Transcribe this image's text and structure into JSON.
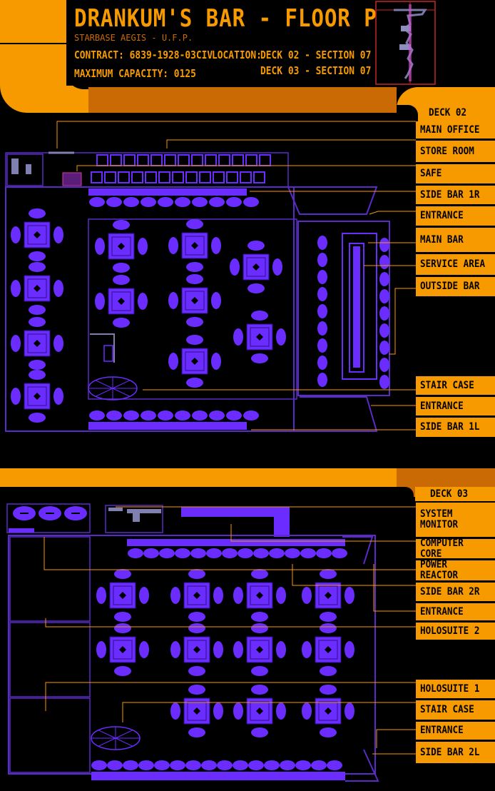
{
  "header": {
    "title": "DRANKUM'S BAR - FLOOR PLAN",
    "subtitle": "STARBASE AEGIS - U.F.P.",
    "contract": "CONTRACT: 6839-1928-03CIV",
    "location_label": "LOCATION:",
    "location_line1": "DECK 02 - SECTION 07",
    "location_line2": "DECK 03 - SECTION 07",
    "capacity": "MAXIMUM CAPACITY: 0125"
  },
  "deck02": {
    "heading": "DECK 02",
    "labels": [
      "MAIN OFFICE",
      "STORE ROOM",
      "SAFE",
      "SIDE BAR 1R",
      "ENTRANCE",
      "MAIN BAR",
      "SERVICE AREA",
      "OUTSIDE BAR",
      "STAIR CASE",
      "ENTRANCE",
      "SIDE BAR 1L"
    ]
  },
  "deck03": {
    "heading": "DECK 03",
    "labels": [
      "SYSTEM\nMONITOR",
      "COMPUTER CORE",
      "POWER REACTOR",
      "SIDE BAR 2R",
      "ENTRANCE",
      "HOLOSUITE 2",
      "HOLOSUITE 1",
      "STAIR CASE",
      "ENTRANCE",
      "SIDE BAR 2L"
    ]
  },
  "colors": {
    "lcars_orange": "#f79a00",
    "lcars_dark_orange": "#c96a05",
    "plan_violet": "#6a2cff",
    "plan_line": "#5a2bc7"
  }
}
